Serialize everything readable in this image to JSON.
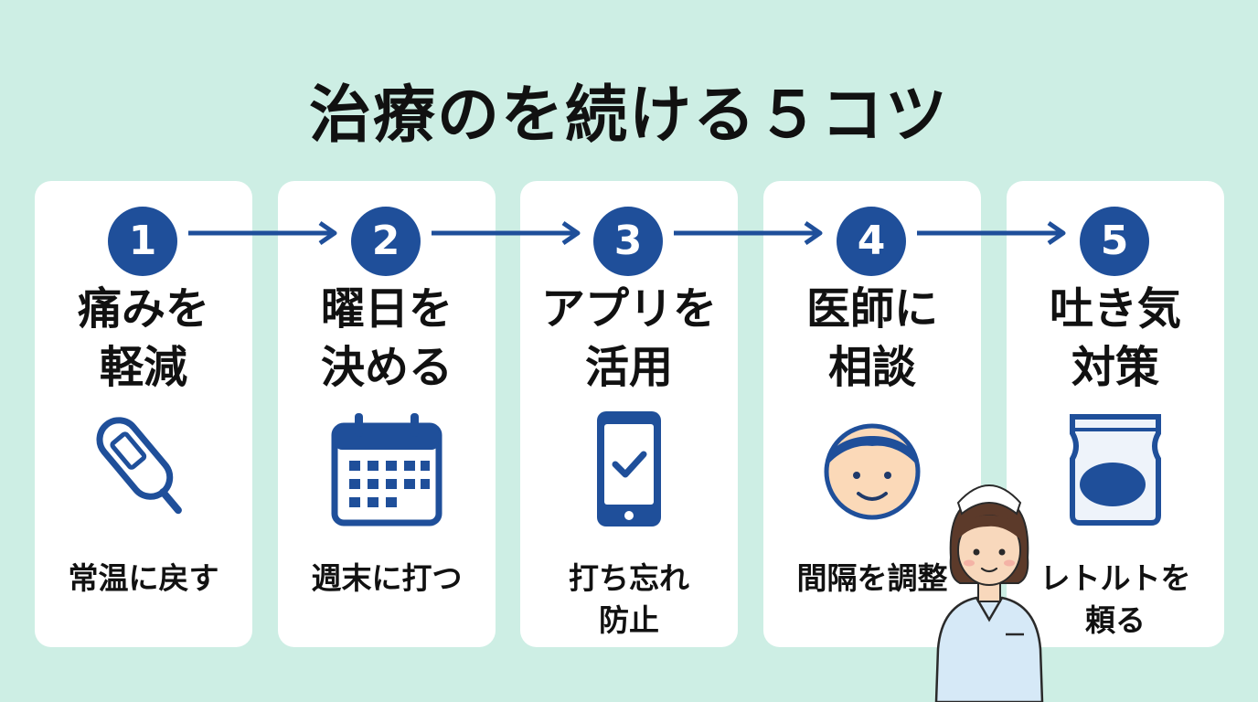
{
  "title": "治療のを続ける５コツ",
  "colors": {
    "background": "#cdeee4",
    "accent": "#1f4f9a",
    "card": "#ffffff"
  },
  "steps": [
    {
      "number": "1",
      "heading": [
        "痛みを",
        "軽減"
      ],
      "caption": [
        "常温に戻す"
      ],
      "icon": "thermometer-icon"
    },
    {
      "number": "2",
      "heading": [
        "曜日を",
        "決める"
      ],
      "caption": [
        "週末に打つ"
      ],
      "icon": "calendar-icon"
    },
    {
      "number": "3",
      "heading": [
        "アプリを",
        "活用"
      ],
      "caption": [
        "打ち忘れ",
        "防止"
      ],
      "icon": "smartphone-check-icon"
    },
    {
      "number": "4",
      "heading": [
        "医師に",
        "相談"
      ],
      "caption": [
        "間隔を調整"
      ],
      "icon": "doctor-face-icon"
    },
    {
      "number": "5",
      "heading": [
        "吐き気",
        "対策"
      ],
      "caption": [
        "レトルトを",
        "頼る"
      ],
      "icon": "retort-pouch-icon"
    }
  ]
}
